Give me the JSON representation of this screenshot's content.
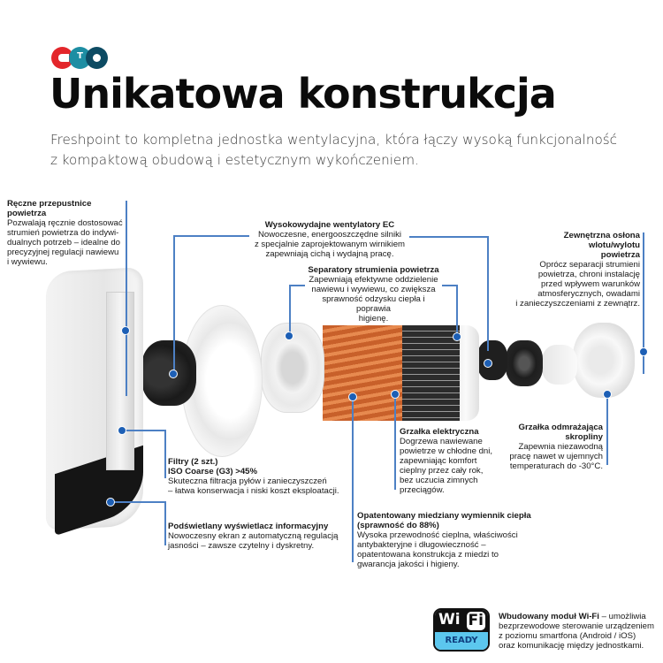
{
  "brand": {
    "logo_letters": [
      "C",
      "T",
      "O"
    ],
    "logo_colors": [
      "#e3262b",
      "#1d8ea3",
      "#0d4b63"
    ]
  },
  "header": {
    "title": "Unikatowa konstrukcja",
    "subtitle_line1": "Freshpoint to kompletna jednostka wentylacyjna, która łączy wysoką funkcjonalność",
    "subtitle_line2": "z kompaktową obudową i estetycznym wykończeniem."
  },
  "callouts": {
    "dampers": {
      "title": "Ręczne przepustnice powietrza",
      "lines": [
        "Pozwalają ręcznie dostosować",
        "strumień powietrza do indywi-",
        "dualnych potrzeb – idealne do",
        "precyzyjnej regulacji nawiewu",
        "i wywiewu."
      ]
    },
    "ec_fans": {
      "title": "Wysokowydajne wentylatory EC",
      "lines": [
        "Nowoczesne, energooszczędne silniki",
        "z specjalnie zaprojektowanym wirnikiem",
        "zapewniają cichą i wydajną pracę."
      ]
    },
    "separators": {
      "title": "Separatory strumienia powietrza",
      "lines": [
        "Zapewniają efektywne oddzielenie",
        "nawiewu i wywiewu, co zwiększa",
        "sprawność odzysku ciepła i poprawia",
        "higienę."
      ]
    },
    "outer_cover": {
      "title_line1": "Zewnętrzna osłona wlotu/wylotu",
      "title_line2": "powietrza",
      "lines": [
        "Oprócz separacji strumieni",
        "powietrza, chroni instalację",
        "przed wpływem warunków",
        "atmosferycznych, owadami",
        "i zanieczyszczeniami z zewnątrz."
      ]
    },
    "filters": {
      "title_line1": "Filtry (2 szt.)",
      "title_line2": "ISO Coarse (G3) >45%",
      "lines": [
        "Skuteczna filtracja pyłów i zanieczyszczeń",
        "– łatwa konserwacja i niski koszt eksploatacji."
      ]
    },
    "heater": {
      "title": "Grzałka elektryczna",
      "lines": [
        "Dogrzewa nawiewane",
        "powietrze w chłodne dni,",
        "zapewniając komfort",
        "cieplny przez cały rok,",
        "bez uczucia zimnych",
        "przeciągów."
      ]
    },
    "defrost_heater": {
      "title_line1": "Grzałka odmrażająca",
      "title_line2": "skropliny",
      "lines": [
        "Zapewnia niezawodną",
        "pracę nawet w ujemnych",
        "temperaturach do -30°C."
      ]
    },
    "display": {
      "title": "Podświetlany wyświetlacz informacyjny",
      "lines": [
        "Nowoczesny ekran z automatyczną regulacją",
        "jasności – zawsze czytelny i dyskretny."
      ]
    },
    "exchanger": {
      "title_line1": "Opatentowany miedziany wymiennik ciepła",
      "title_line2": "(sprawność do 88%)",
      "lines": [
        "Wysoka przewodność cieplna, właściwości",
        "antybakteryjne i długowieczność –",
        "opatentowana konstrukcja z miedzi to",
        "gwarancja jakości i higieny."
      ]
    }
  },
  "wifi": {
    "badge_wi": "Wi",
    "badge_fi": "Fi",
    "badge_ready": "READY",
    "title": "Wbudowany moduł Wi-Fi",
    "text_line1": " – umożliwia",
    "lines": [
      "bezprzewodowe sterowanie urządzeniem",
      "z poziomu smartfona (Android / iOS)",
      "oraz komunikację między jednostkami."
    ]
  },
  "colors": {
    "leader_line": "#4d80c4",
    "leader_dot": "#1d5fb5",
    "wifi_ready_bg": "#5cc7ee"
  }
}
